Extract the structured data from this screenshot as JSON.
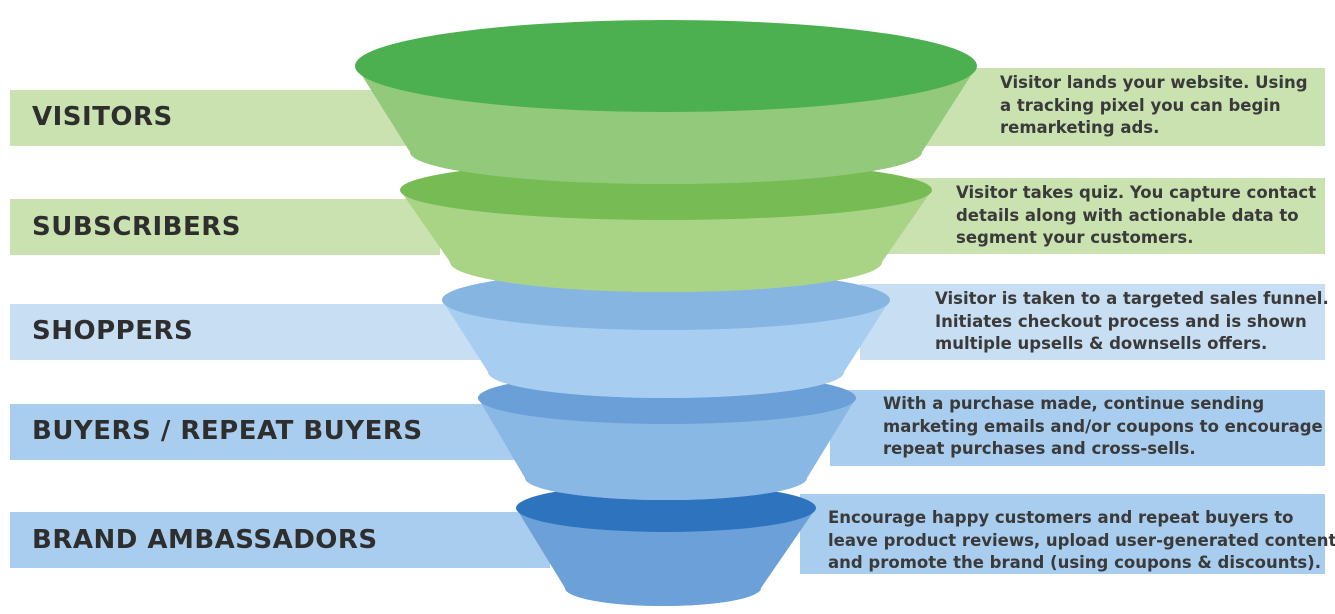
{
  "stages": [
    {
      "label": "VISITORS",
      "description": [
        "Visitor lands your website. Using",
        "a tracking pixel you can begin",
        "remarketing ads."
      ]
    },
    {
      "label": "SUBSCRIBERS",
      "description": [
        "Visitor takes quiz. You capture contact",
        "details along with actionable data to",
        "segment your customers."
      ]
    },
    {
      "label": "SHOPPERS",
      "description": [
        "Visitor is taken to a targeted sales funnel.",
        "Initiates checkout process and is shown",
        "multiple upsells & downsells offers."
      ]
    },
    {
      "label": "BUYERS / REPEAT BUYERS",
      "description": [
        "With a purchase made, continue sending",
        "marketing emails and/or coupons to encourage",
        "repeat purchases and cross-sells."
      ]
    },
    {
      "label": "BRAND AMBASSADORS",
      "description": [
        "Encourage happy customers and repeat buyers to",
        "leave product reviews, upload user-generated content",
        "and promote the brand (using coupons & discounts)."
      ]
    }
  ],
  "colors": {
    "green_band": "#c9e2b0",
    "green_top": "#4cb050",
    "green_body": "#92c97a",
    "lime_top": "#77bb55",
    "lime_body": "#a9d486",
    "blue_band_light": "#c8def3",
    "blue_band": "#a9cdee",
    "blue_top": "#86b5e2",
    "blue_body": "#a7cdf0",
    "mid_top": "#6a9fd8",
    "mid_body": "#8ab8e5",
    "dark_top": "#2e73bd",
    "dark_body": "#6ba0d8"
  }
}
